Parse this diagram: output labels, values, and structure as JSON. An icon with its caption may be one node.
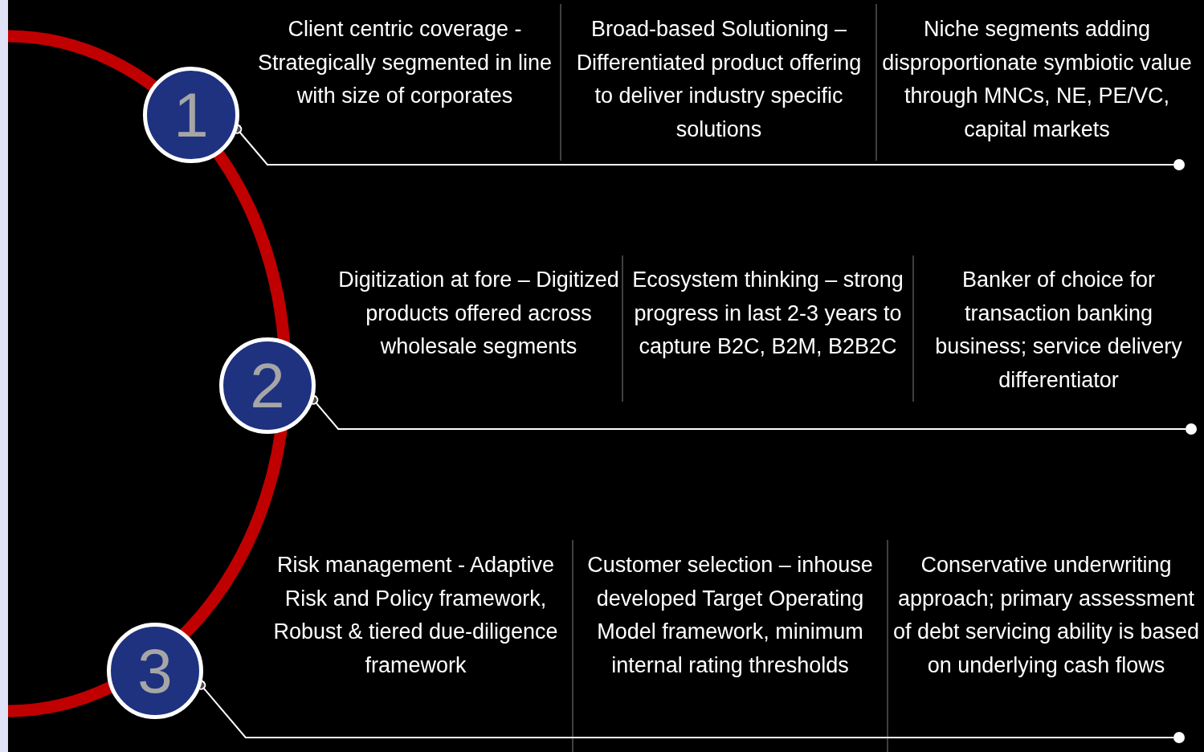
{
  "diagram": {
    "nodes": [
      {
        "text": [
          "1"
        ]
      },
      {
        "text": [],
        "shape": "circle"
      },
      {
        "text": [
          "2"
        ]
      },
      {
        "text": [],
        "shape": "circle"
      },
      {
        "text": [
          "3"
        ]
      },
      {
        "text": [],
        "shape": "circle"
      }
    ],
    "edges": [
      {
        "from": 0,
        "to": 1,
        "arrow": "other"
      },
      {
        "from": 2,
        "to": 3,
        "arrow": "other"
      },
      {
        "from": 4,
        "to": 5,
        "arrow": "other"
      }
    ],
    "labels": [
      "Client centric coverage - Strategically segmented in line with size of  corporates",
      "Broad-based Solutioning – Differentiated product offering to deliver industry specific solutions",
      "Niche segments adding disproportionate symbiotic value through MNCs, NE, PE/VC, capital markets",
      "Digitization at fore – Digitized products offered across wholesale segments",
      "Ecosystem thinking – strong progress in last 2-3 years to capture B2C, B2M, B2B2C",
      "Banker of choice for transaction banking business; service delivery differentiator",
      "Risk management - Adaptive Risk and Policy framework, Robust & tiered due-diligence framework",
      "Customer selection – inhouse developed Target Operating Model framework, minimum internal rating thresholds",
      "Conservative underwriting approach; primary assessment of debt servicing ability is based on underlying cash flows"
    ]
  }
}
